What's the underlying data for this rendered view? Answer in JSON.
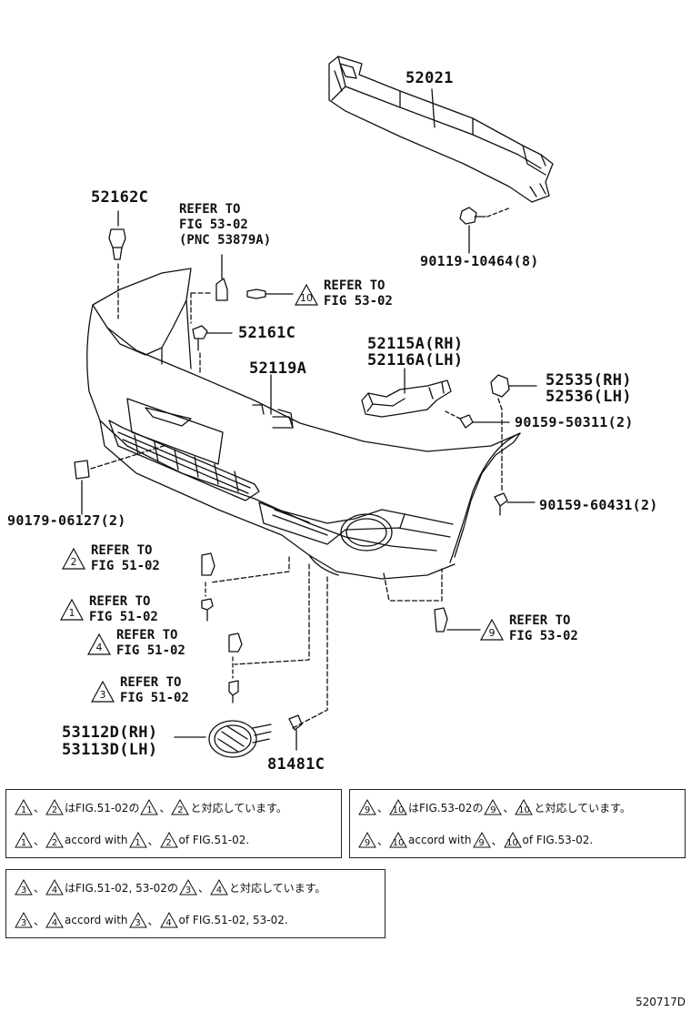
{
  "parts": {
    "p52021": "52021",
    "p52162C": "52162C",
    "p90119": "90119-10464(8)",
    "p52161C": "52161C",
    "p52119A": "52119A",
    "p52115A": "52115A(RH)",
    "p52116A": "52116A(LH)",
    "p52535": "52535(RH)",
    "p52536": "52536(LH)",
    "p90159_50311": "90159-50311(2)",
    "p90159_60431": "90159-60431(2)",
    "p90179": "90179-06127(2)",
    "p53112D": "53112D(RH)",
    "p53113D": "53113D(LH)",
    "p81481C": "81481C"
  },
  "refs": {
    "top_refer": "REFER TO",
    "top_fig": "FIG 53-02",
    "top_pnc": "(PNC 53879A)",
    "r10_line1": "REFER TO",
    "r10_line2": "FIG 53-02",
    "r2_line1": "REFER TO",
    "r2_line2": "FIG 51-02",
    "r1_line1": "REFER TO",
    "r1_line2": "FIG 51-02",
    "r4_line1": "REFER TO",
    "r4_line2": "FIG 51-02",
    "r3_line1": "REFER TO",
    "r3_line2": "FIG 51-02",
    "r9_line1": "REFER TO",
    "r9_line2": "FIG 53-02"
  },
  "triangles": {
    "t1": "1",
    "t2": "2",
    "t3": "3",
    "t4": "4",
    "t9": "9",
    "t10": "10"
  },
  "notes": {
    "a_jp_mid": "はFIG.51-02の",
    "a_jp_end": "と対応しています。",
    "a_en_mid": "accord with",
    "a_en_end": "of FIG.51-02.",
    "b_jp_mid": "はFIG.53-02の",
    "b_jp_end": "と対応しています。",
    "b_en_mid": "accord with",
    "b_en_end": "of FIG.53-02.",
    "c_jp_mid": "はFIG.51-02, 53-02の",
    "c_jp_end": "と対応しています。",
    "c_en_mid": "accord with",
    "c_en_end": "of FIG.51-02, 53-02.",
    "sep": "、"
  },
  "diagram_code": "520717D"
}
